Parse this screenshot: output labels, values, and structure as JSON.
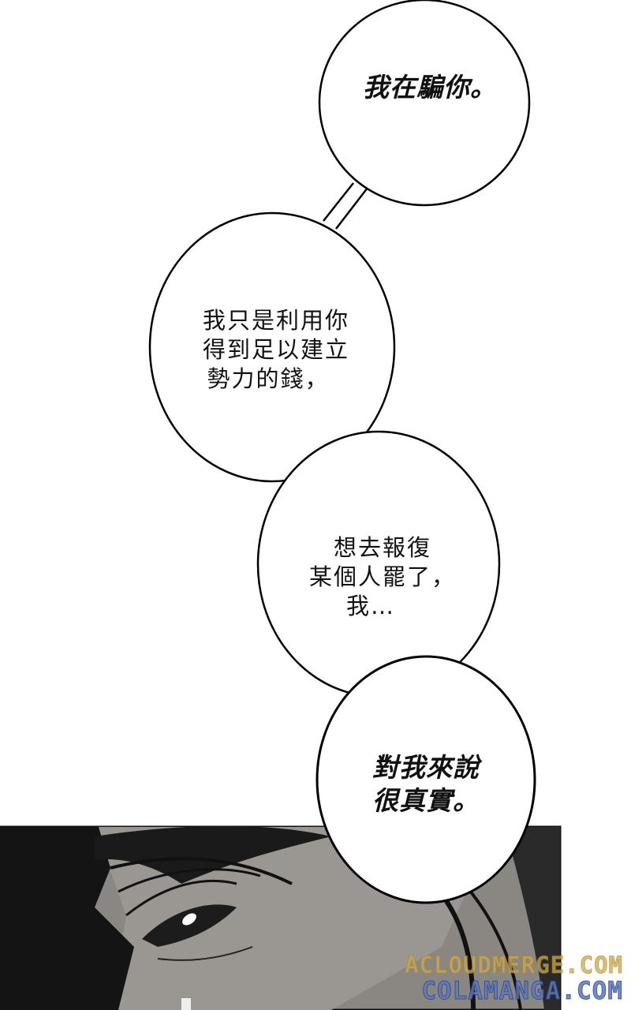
{
  "bubbles": [
    {
      "lines": [
        "我在騙你。"
      ]
    },
    {
      "lines": [
        "我只是利用你",
        "得到足以建立",
        "勢力的錢，"
      ]
    },
    {
      "lines": [
        "想去報復",
        "某個人罷了，",
        "我…"
      ]
    },
    {
      "lines": [
        "對我來說",
        "很真實。"
      ]
    }
  ],
  "watermark": {
    "line1": "ACLOUDMERGE.COM",
    "line2": "COLAMANGA.COM"
  },
  "colors": {
    "panel_bg": "#8a8782",
    "hair": "#141414",
    "watermark_gold": "#ccaa50",
    "watermark_blue": "#5a78be"
  }
}
